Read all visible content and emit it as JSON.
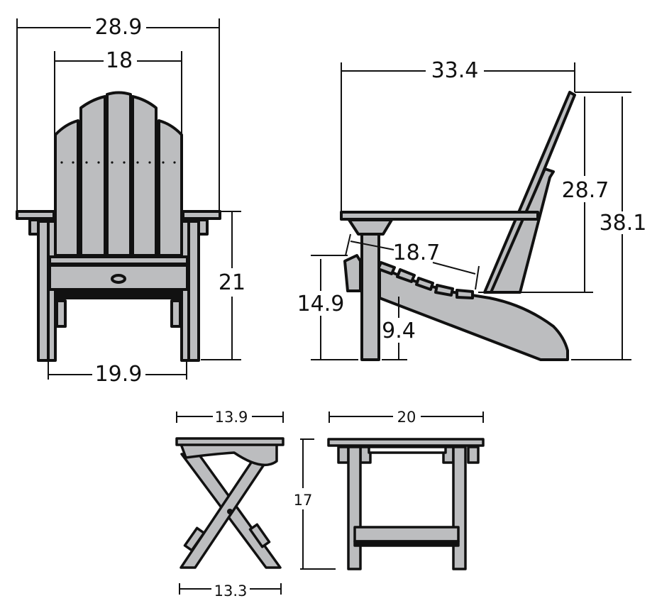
{
  "colors": {
    "fill": "#bcbdbf",
    "outline": "#111111",
    "background": "#ffffff"
  },
  "chair_front": {
    "overall_width": "28.9",
    "back_width": "18",
    "arm_height": "21",
    "leg_spread": "19.9"
  },
  "chair_side": {
    "depth": "33.4",
    "back_height": "28.7",
    "overall_height": "38.1",
    "seat_depth": "18.7",
    "seat_front_height": "14.9",
    "seat_back_height": "9.4"
  },
  "table_side": {
    "top_width": "13.9",
    "height": "17",
    "base_width": "13.3"
  },
  "table_front": {
    "top_width": "20"
  }
}
